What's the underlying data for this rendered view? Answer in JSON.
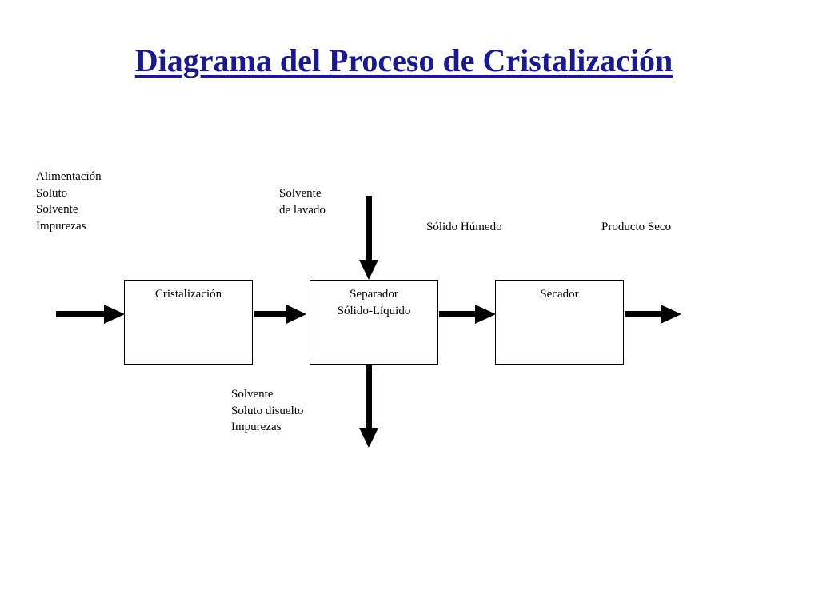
{
  "title": "Diagrama del Proceso de Cristalización",
  "inputs": {
    "feed_lines": [
      "Alimentación",
      "Soluto",
      "Solvente",
      "Impurezas"
    ],
    "wash_lines": [
      "Solvente",
      "de lavado"
    ]
  },
  "streams": {
    "wet_solid": "Sólido Húmedo",
    "dry_product": "Producto Seco",
    "liquor_lines": [
      "Solvente",
      "Soluto disuelto",
      "Impurezas"
    ]
  },
  "units": {
    "crystallizer_lines": [
      "Cristalización"
    ],
    "separator_lines": [
      "Separador",
      "Sólido-Líquido"
    ],
    "dryer_lines": [
      "Secador"
    ]
  },
  "colors": {
    "title": "#1a1a8c",
    "stroke": "#000000"
  }
}
